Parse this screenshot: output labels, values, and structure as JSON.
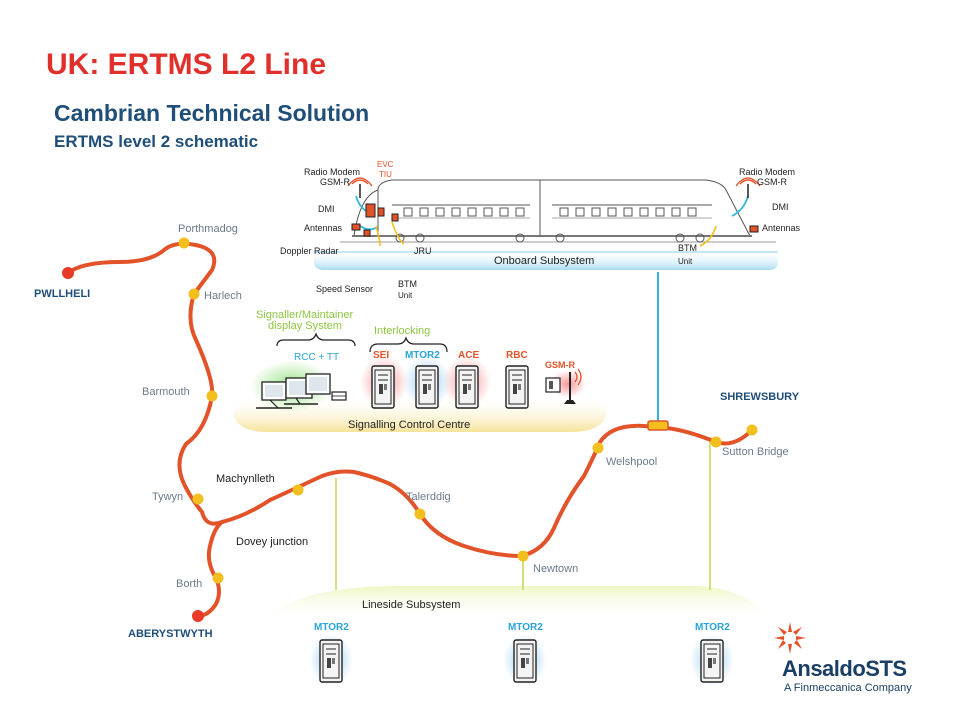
{
  "title": "UK: ERTMS L2 Line",
  "subtitle": "Cambrian Technical Solution",
  "subtitle2": "ERTMS level 2 schematic",
  "stations": {
    "pwllheli": "PWLLHELI",
    "porthmadog": "Porthmadog",
    "harlech": "Harlech",
    "barmouth": "Barmouth",
    "tywyn": "Tywyn",
    "machynlleth": "Machynlleth",
    "dovey": "Dovey junction",
    "borth": "Borth",
    "aberystwyth": "ABERYSTWYTH",
    "talerddig": "Talerddig",
    "newtown": "Newtown",
    "welshpool": "Welshpool",
    "sutton": "Sutton Bridge",
    "shrewsbury": "SHREWSBURY"
  },
  "onboard": {
    "label": "Onboard Subsystem",
    "radio_modem_left": "Radio Modem",
    "gsmr_left": "GSM-R",
    "evc": "EVC",
    "tiu": "TIU",
    "dmi_left": "DMI",
    "antennas_left": "Antennas",
    "doppler": "Doppler Radar",
    "jru": "JRU",
    "radio_modem_right": "Radio Modem",
    "gsmr_right": "GSM-R",
    "dmi_right": "DMI",
    "antennas_right": "Antennas",
    "btm_right": "BTM",
    "unit_right": "Unit",
    "speed_sensor": "Speed Sensor",
    "btm_left": "BTM",
    "unit_left": "Unit"
  },
  "scc": {
    "label": "Signalling Control Centre",
    "display_line1": "Signaller/Maintainer",
    "display_line2": "display System",
    "interlocking": "Interlocking",
    "rcc": "RCC + TT",
    "sei": "SEI",
    "mtor2": "MTOR2",
    "ace": "ACE",
    "rbc": "RBC",
    "gsmr": "GSM-R"
  },
  "lineside": {
    "label": "Lineside Subsystem",
    "mtor_1": "MTOR2",
    "mtor_2": "MTOR2",
    "mtor_3": "MTOR2"
  },
  "logo": {
    "brand": "AnsaldoSTS",
    "tagline": "A Finmeccanica Company"
  },
  "colors": {
    "title": "#e0302c",
    "subtitle": "#1f4e79",
    "track": "#e2532a",
    "station_dot": "#f2bf1f",
    "terminus_dot": "#e83a26",
    "link": "#2fb8dc",
    "lineside_link": "#cfe07c",
    "green_label": "#8dc63f",
    "red_label": "#e2532a",
    "blue_label": "#2aa3d6"
  }
}
